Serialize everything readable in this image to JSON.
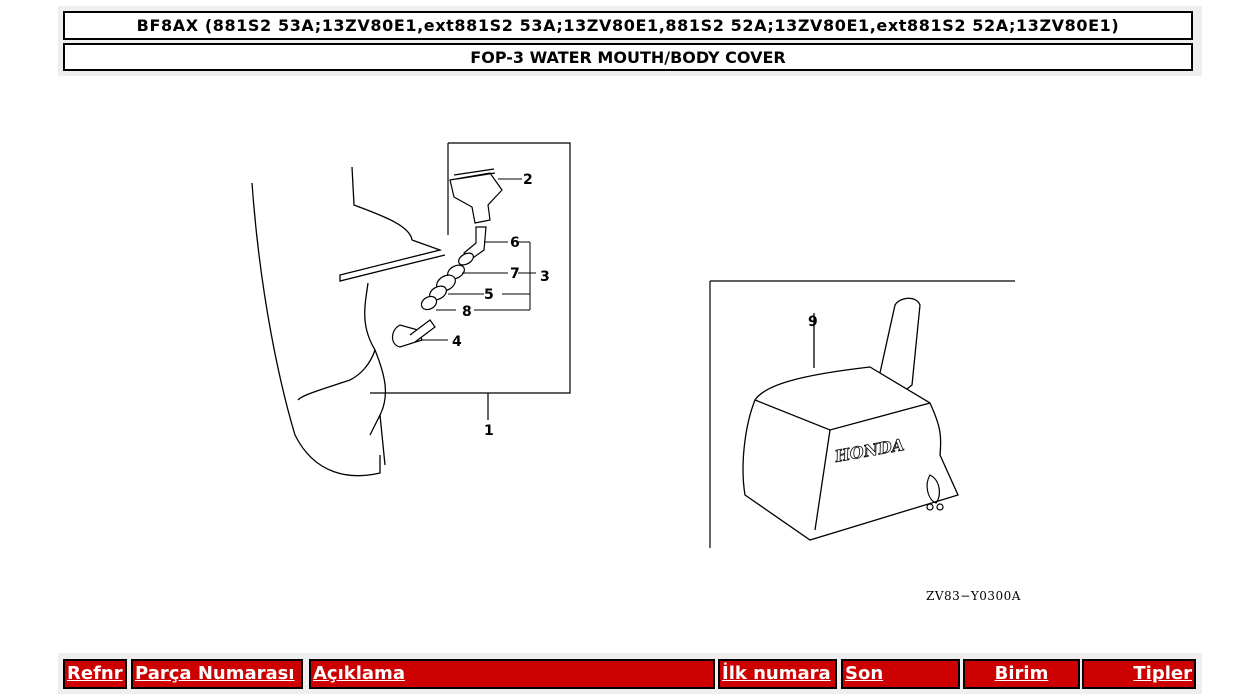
{
  "header": {
    "model_line": "BF8AX (881S2 53A;13ZV80E1,ext881S2 53A;13ZV80E1,881S2 52A;13ZV80E1,ext881S2 52A;13ZV80E1)",
    "section_line": "FOP-3 WATER MOUTH/BODY COVER"
  },
  "diagram": {
    "callouts": [
      "1",
      "2",
      "3",
      "4",
      "5",
      "6",
      "7",
      "8",
      "9"
    ],
    "brand_mark": "HONDA",
    "reference_code": "ZV83−Y0300A"
  },
  "table": {
    "columns": [
      "Refnr",
      "Parça Numarası",
      "Açıklama",
      "İlk numara",
      "Son",
      "Birim",
      "Tipler"
    ],
    "header_color": "#cc0000"
  }
}
